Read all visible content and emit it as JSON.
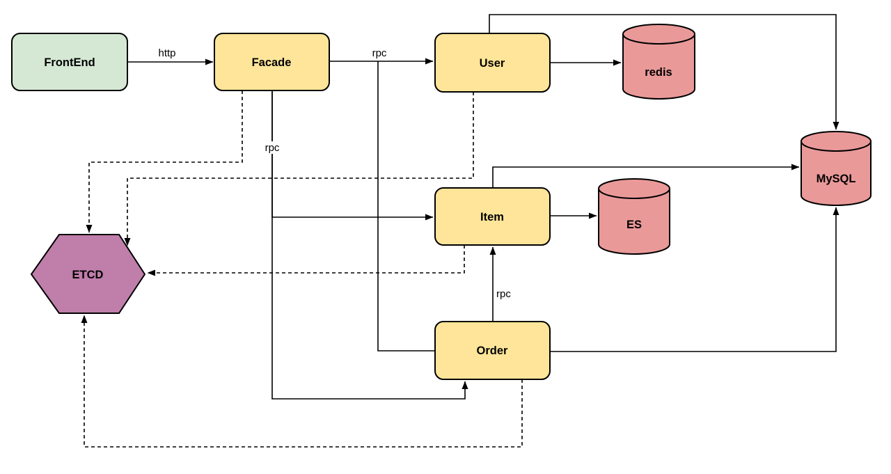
{
  "canvas": {
    "background": "#ffffff"
  },
  "colors": {
    "green": "#d5e8d4",
    "yellow": "#ffe599",
    "red": "#ea9999",
    "purple": "#c07eab",
    "stroke": "#000000",
    "label_bg": "#ffffff"
  },
  "nodes": {
    "frontend": {
      "label": "FrontEnd",
      "shape": "rounded-rectangle"
    },
    "facade": {
      "label": "Facade",
      "shape": "rounded-rectangle"
    },
    "user": {
      "label": "User",
      "shape": "rounded-rectangle"
    },
    "item": {
      "label": "Item",
      "shape": "rounded-rectangle"
    },
    "order": {
      "label": "Order",
      "shape": "rounded-rectangle"
    },
    "redis": {
      "label": "redis",
      "shape": "cylinder"
    },
    "es": {
      "label": "ES",
      "shape": "cylinder"
    },
    "mysql": {
      "label": "MySQL",
      "shape": "cylinder"
    },
    "etcd": {
      "label": "ETCD",
      "shape": "hexagon"
    }
  },
  "edge_labels": {
    "frontend_facade": "http",
    "facade_user": "rpc",
    "facade_services": "rpc",
    "order_item": "rpc"
  }
}
